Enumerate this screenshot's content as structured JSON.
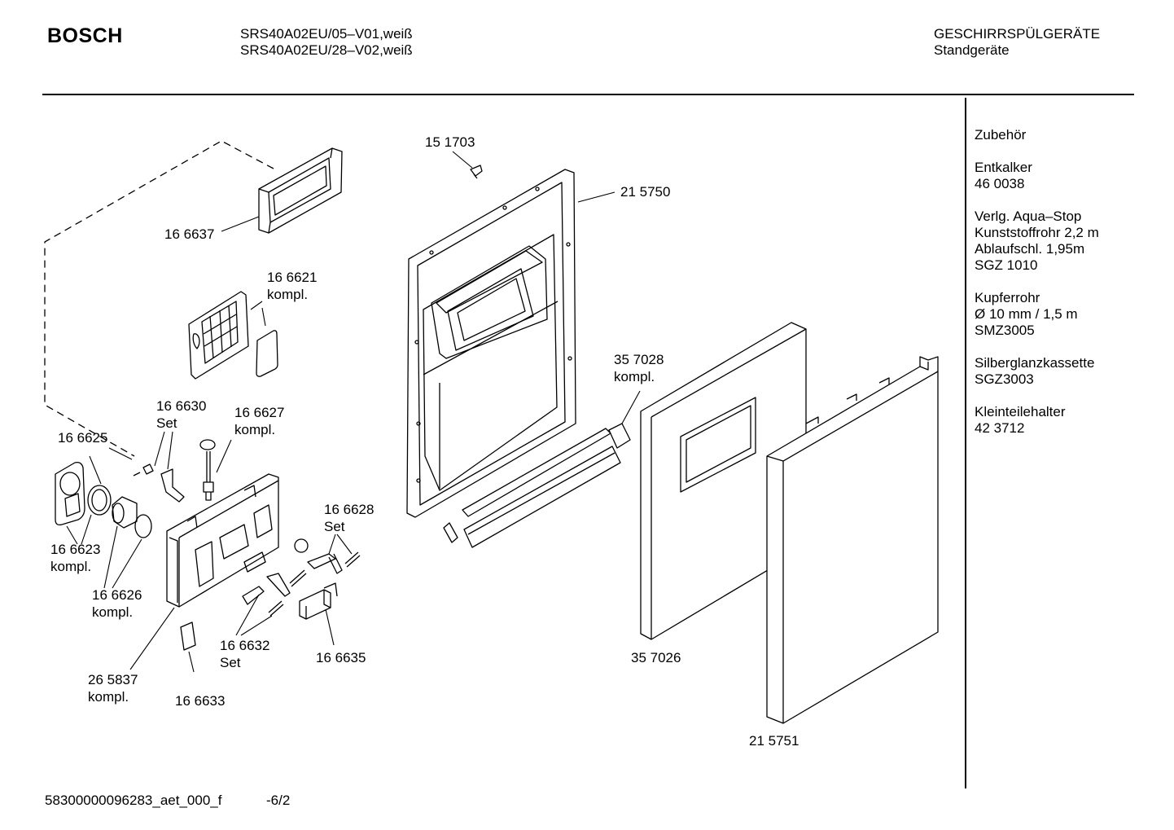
{
  "header": {
    "brand": "BOSCH",
    "models": [
      "SRS40A02EU/05–V01,weiß",
      "SRS40A02EU/28–V02,weiß"
    ],
    "category": "GESCHIRRSPÜLGERÄTE",
    "subcategory": "Standgeräte"
  },
  "labels": {
    "p151703": "15 1703",
    "p215750": "21 5750",
    "p166637": "16 6637",
    "p166621": "16 6621",
    "p166621b": "kompl.",
    "p166630": "16 6630",
    "p166630b": "Set",
    "p166627": "16 6627",
    "p166627b": "kompl.",
    "p166625": "16 6625",
    "p357028": "35 7028",
    "p357028b": "kompl.",
    "p166628": "16 6628",
    "p166628b": "Set",
    "p166623": "16 6623",
    "p166623b": "kompl.",
    "p166626": "16 6626",
    "p166626b": "kompl.",
    "p166632": "16 6632",
    "p166632b": "Set",
    "p166635": "16 6635",
    "p357026": "35 7026",
    "p265837": "26 5837",
    "p265837b": "kompl.",
    "p166633": "16 6633",
    "p215751": "21 5751"
  },
  "accessories": [
    {
      "lines": [
        "Zubehör"
      ]
    },
    {
      "lines": [
        "Entkalker",
        "46 0038"
      ]
    },
    {
      "lines": [
        "Verlg. Aqua–Stop",
        "Kunststoffrohr 2,2 m",
        "Ablaufschl. 1,95m",
        "SGZ 1010"
      ]
    },
    {
      "lines": [
        "Kupferrohr",
        "Ø 10 mm / 1,5 m",
        "SMZ3005"
      ]
    },
    {
      "lines": [
        "Silberglanzkassette",
        "SGZ3003"
      ]
    },
    {
      "lines": [
        "Kleinteilehalter",
        "42 3712"
      ]
    }
  ],
  "footer": {
    "doc_id": "58300000096283_aet_000_f",
    "page": "-6/2"
  }
}
